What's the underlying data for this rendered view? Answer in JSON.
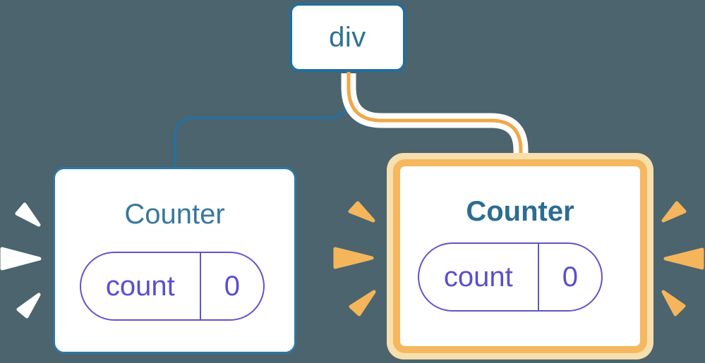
{
  "diagram": {
    "description": "React component tree: a div root with two Counter children; the right Counter is highlighted as newly rendered",
    "root": {
      "label": "div"
    },
    "children": [
      {
        "title": "Counter",
        "state_key": "count",
        "state_value": "0",
        "highlighted": false
      },
      {
        "title": "Counter",
        "state_key": "count",
        "state_value": "0",
        "highlighted": true
      }
    ],
    "edges": [
      {
        "from": "div",
        "to": "left Counter",
        "style": "plain blue line"
      },
      {
        "from": "div",
        "to": "right Counter",
        "style": "orange line with white casing (highlighted)"
      }
    ],
    "colors": {
      "background": "#4B646E",
      "node_border_blue": "#226E9E",
      "edge_blue": "#2B6F9B",
      "edge_orange_core": "#F2A748",
      "edge_casing": "#FFFFFF",
      "highlight_ring_orange": "#F5B85E",
      "highlight_glow_cream": "#F8DFAE",
      "title_blue": "#38789B",
      "state_purple": "#5A4ED0",
      "sparkle_white": "#FFFFFF",
      "sparkle_orange": "#F5B55A"
    }
  }
}
